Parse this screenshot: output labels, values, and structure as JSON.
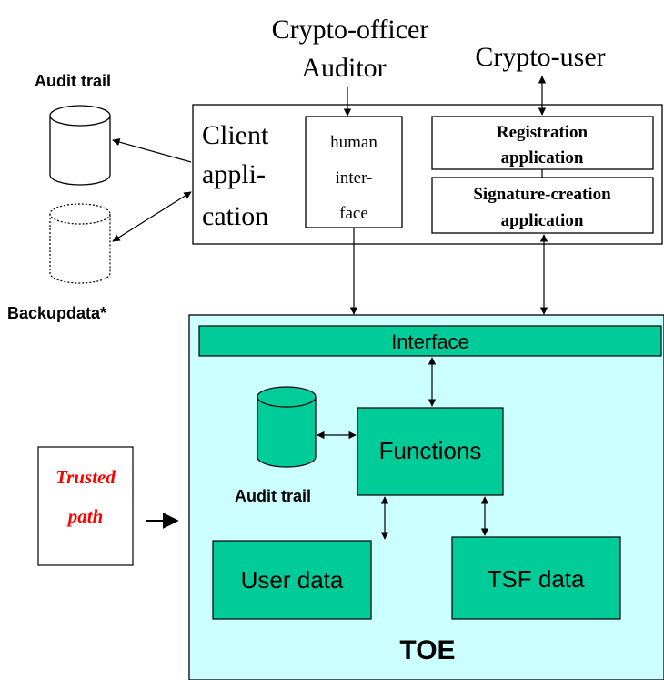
{
  "actors": {
    "crypto_officer": "Crypto-officer",
    "auditor": "Auditor",
    "crypto_user": "Crypto-user"
  },
  "external": {
    "audit_trail": "Audit trail",
    "backup_data": "Backupdata*"
  },
  "client": {
    "line1": "Client",
    "line2": "appli-",
    "line3": "cation",
    "human_interface": [
      "human",
      "inter-",
      "face"
    ],
    "registration": [
      "Registration",
      "application"
    ],
    "signature": [
      "Signature-creation",
      "application"
    ]
  },
  "trusted_path": [
    "Trusted",
    "path"
  ],
  "toe": {
    "interface": "Interface",
    "functions": "Functions",
    "audit_trail": "Audit trail",
    "user_data": "User data",
    "tsf_data": "TSF data",
    "label": "TOE"
  },
  "colors": {
    "toe_bg": "#ccffff",
    "box_green": "#00cc99",
    "trusted_red": "#ff0000",
    "stroke": "#000000"
  }
}
